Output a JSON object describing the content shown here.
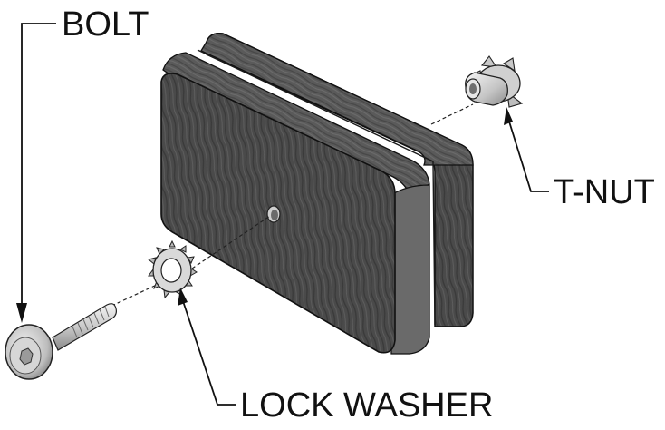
{
  "labels": {
    "bolt": "BOLT",
    "t_nut": "T-NUT",
    "lock_washer": "LOCK WASHER"
  },
  "colors": {
    "wood_dark": "#3d3d3d",
    "wood_mid": "#5c5c5c",
    "wood_light": "#8a8a8a",
    "metal_light": "#eeeeee",
    "metal_mid": "#b8b8b8",
    "metal_dark": "#7a7a7a",
    "line": "#111111"
  },
  "components": [
    "bolt",
    "lock-washer",
    "wood-block",
    "t-nut"
  ]
}
